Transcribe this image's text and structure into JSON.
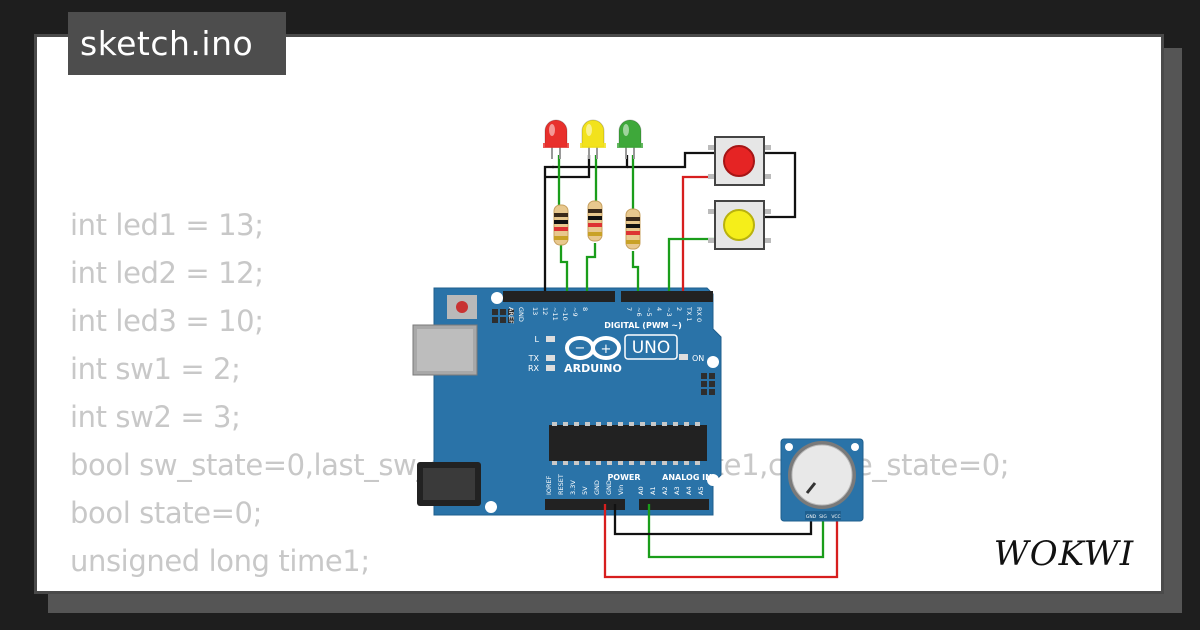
{
  "title": "sketch.ino",
  "code_lines": [
    "int led1 = 13;",
    "int led2 = 12;",
    "int led3 = 10;",
    "int sw1 = 2;",
    "int sw2 = 3;",
    "bool sw_state=0,last_sw_state=0,last_sw_state1,change_state=0;",
    "bool state=0;",
    "unsigned long time1;"
  ],
  "board": {
    "brand": "ARDUINO",
    "model": "UNO",
    "digital_header": "DIGITAL (PWM ~)",
    "power_label": "POWER",
    "analog_label": "ANALOG IN",
    "on_label": "ON",
    "led_l": "L",
    "tx": "TX",
    "rx": "RX",
    "top_pins": [
      "AREF",
      "GND",
      "13",
      "12",
      "~11",
      "~10",
      "~9",
      "8",
      "7",
      "~6",
      "~5",
      "4",
      "~3",
      "2",
      "TX 1",
      "RX 0"
    ],
    "bottom_pins": [
      "IOREF",
      "RESET",
      "3.3V",
      "5V",
      "GND",
      "GND",
      "Vin",
      "A0",
      "A1",
      "A2",
      "A3",
      "A4",
      "A5"
    ]
  },
  "pot_pins": [
    "GND",
    "SIG",
    "VCC"
  ],
  "leds": [
    {
      "color": "red",
      "hex": "#e8302c"
    },
    {
      "color": "yellow",
      "hex": "#f2e21c"
    },
    {
      "color": "green",
      "hex": "#3ea83a"
    }
  ],
  "buttons": [
    {
      "color": "red",
      "hex": "#e52424"
    },
    {
      "color": "yellow",
      "hex": "#f5ee1a"
    }
  ],
  "brand_logo": "WOKWI",
  "colors": {
    "board": "#2a73a8",
    "wire_red": "#d71e1e",
    "wire_green": "#1a9d1a",
    "wire_black": "#111111",
    "code_text": "#c8c8c8",
    "title_bg": "#4d4d4d"
  }
}
